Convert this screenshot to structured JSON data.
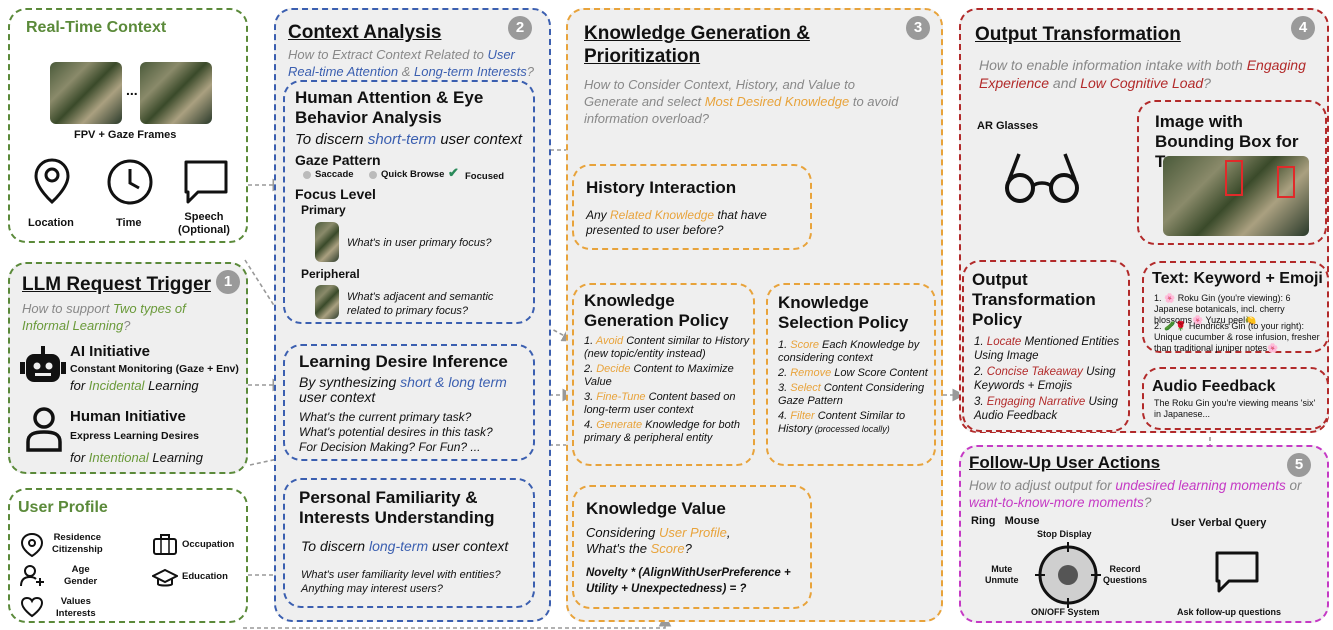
{
  "realtime": {
    "title": "Real-Time Context",
    "ellipsis": "...",
    "frames_label": "FPV + Gaze Frames",
    "location": "Location",
    "time": "Time",
    "speech": "Speech\n(Optional)"
  },
  "trigger": {
    "title": "LLM Request Trigger",
    "number": "1",
    "q_pre": "How to support ",
    "q_hl": "Two types of Informal Learning",
    "q_post": "?",
    "ai_title": "AI Initiative",
    "ai_desc": "Constant Monitoring (Gaze + Env)",
    "ai_for": "for ",
    "ai_hl": "Incidental",
    "ai_post": " Learning",
    "human_title": "Human Initiative",
    "human_desc": "Express Learning Desires",
    "human_for": "for ",
    "human_hl": "Intentional",
    "human_post": " Learning"
  },
  "profile": {
    "title": "User Profile",
    "residence": "Residence\nCitizenship",
    "occupation": "Occupation",
    "age": "Age\nGender",
    "education": "Education",
    "values": "Values\nInterests"
  },
  "context": {
    "title": "Context Analysis",
    "number": "2",
    "q_pre": "How to Extract Context Related to ",
    "q_hl1": "User Real-time Attention",
    "q_mid": " & ",
    "q_hl2": "Long-term Interests",
    "q_post": "?",
    "attention_title": "Human Attention & Eye Behavior Analysis",
    "attention_sub_pre": "To discern ",
    "attention_sub_hl": "short-term",
    "attention_sub_post": " user context",
    "gaze_pattern": "Gaze Pattern",
    "saccade": "Saccade",
    "quick_browse": "Quick Browse",
    "focused": "Focused",
    "focus_level": "Focus Level",
    "primary": "Primary",
    "primary_q": "What's in user primary focus?",
    "peripheral": "Peripheral",
    "peripheral_q": "What's adjacent and semantic related to primary focus?",
    "desire_title": "Learning Desire Inference",
    "desire_sub_pre": "By synthesizing ",
    "desire_sub_hl": "short & long term",
    "desire_sub_post": " user context",
    "desire_q1": "What's the current primary task?",
    "desire_q2": "What's potential desires in this task?",
    "desire_q3": "For Decision Making? For Fun? ...",
    "familiar_title": "Personal Familiarity & Interests Understanding",
    "familiar_sub_pre": "To discern ",
    "familiar_sub_hl": "long-term",
    "familiar_sub_post": " user context",
    "familiar_q": "What's user familiarity level with entities? Anything may interest users?"
  },
  "knowledge": {
    "title": "Knowledge Generation & Prioritization",
    "number": "3",
    "q_pre": "How to Consider Context, History, and Value to Generate and select ",
    "q_hl": "Most Desired Knowledge",
    "q_post": " to avoid information overload?",
    "history_title": "History Interaction",
    "history_pre": "Any ",
    "history_hl": "Related Knowledge",
    "history_post": " that have presented to user before?",
    "gen_title": "Knowledge Generation Policy",
    "gen_items": [
      {
        "hl": "Avoid",
        "text": " Content similar to History (new topic/entity instead)"
      },
      {
        "hl": "Decide",
        "text": " Content to Maximize Value"
      },
      {
        "hl": "Fine-Tune",
        "text": " Content based on long-term user context"
      },
      {
        "hl": "Generate",
        "text": " Knowledge for both primary & peripheral entity"
      }
    ],
    "sel_title": "Knowledge Selection Policy",
    "sel_items": [
      {
        "hl": "Score",
        "text": " Each Knowledge by considering context"
      },
      {
        "hl": "Remove",
        "text": " Low Score Content"
      },
      {
        "hl": "Select",
        "text": " Content Considering Gaze Pattern"
      },
      {
        "hl": "Filter",
        "text": " Content Similar to History",
        "note": " (processed locally)"
      }
    ],
    "value_title": "Knowledge Value",
    "value_sub_pre": "Considering ",
    "value_sub_hl": "User Profile",
    "value_sub_mid": ",\nWhat's the ",
    "value_sub_hl2": "Score",
    "value_sub_post": "?",
    "formula": "Novelty * (AlignWithUserPreference + Utility + Unexpectedness) = ?"
  },
  "output": {
    "title": "Output Transformation",
    "number": "4",
    "q_pre": "How to enable information intake with both ",
    "q_hl1": "Engaging Experience",
    "q_mid": " and ",
    "q_hl2": "Low Cognitive Load",
    "q_post": "?",
    "ar": "AR Glasses",
    "bbox_title": "Image with Bounding Box for Target",
    "policy_title": "Output Transformation Policy",
    "policy_items": [
      {
        "hl": "Locate",
        "text": " Mentioned Entities Using Image"
      },
      {
        "hl": "Concise Takeaway",
        "text": " Using Keywords + Emojis"
      },
      {
        "hl": "Engaging Narrative",
        "text": " Using Audio Feedback"
      }
    ],
    "text_title": "Text: Keyword + Emoji",
    "text_item1": "1. 🌸 Roku Gin (you're viewing): 6 Japanese botanicals, incl. cherry blossoms🌸 Yuzu peel🍋",
    "text_item2": "2. 🥒🌹 Hendricks Gin (to your right): Unique cucumber & rose infusion, fresher than traditional juniper notes🌸",
    "audio_title": "Audio Feedback",
    "audio_text": "The Roku Gin you're viewing means 'six' in Japanese..."
  },
  "followup": {
    "title": "Follow-Up User Actions",
    "number": "5",
    "q_pre": "How to adjust output for ",
    "q_hl1": "undesired learning moments",
    "q_mid": " or ",
    "q_hl2": "want-to-know-more moments",
    "q_post": "?",
    "ring": "Ring   Mouse",
    "stop": "Stop Display",
    "mute": "Mute\nUnmute",
    "record": "Record\nQuestions",
    "onoff": "ON/OFF System",
    "verbal": "User Verbal Query",
    "ask": "Ask follow-up questions"
  }
}
